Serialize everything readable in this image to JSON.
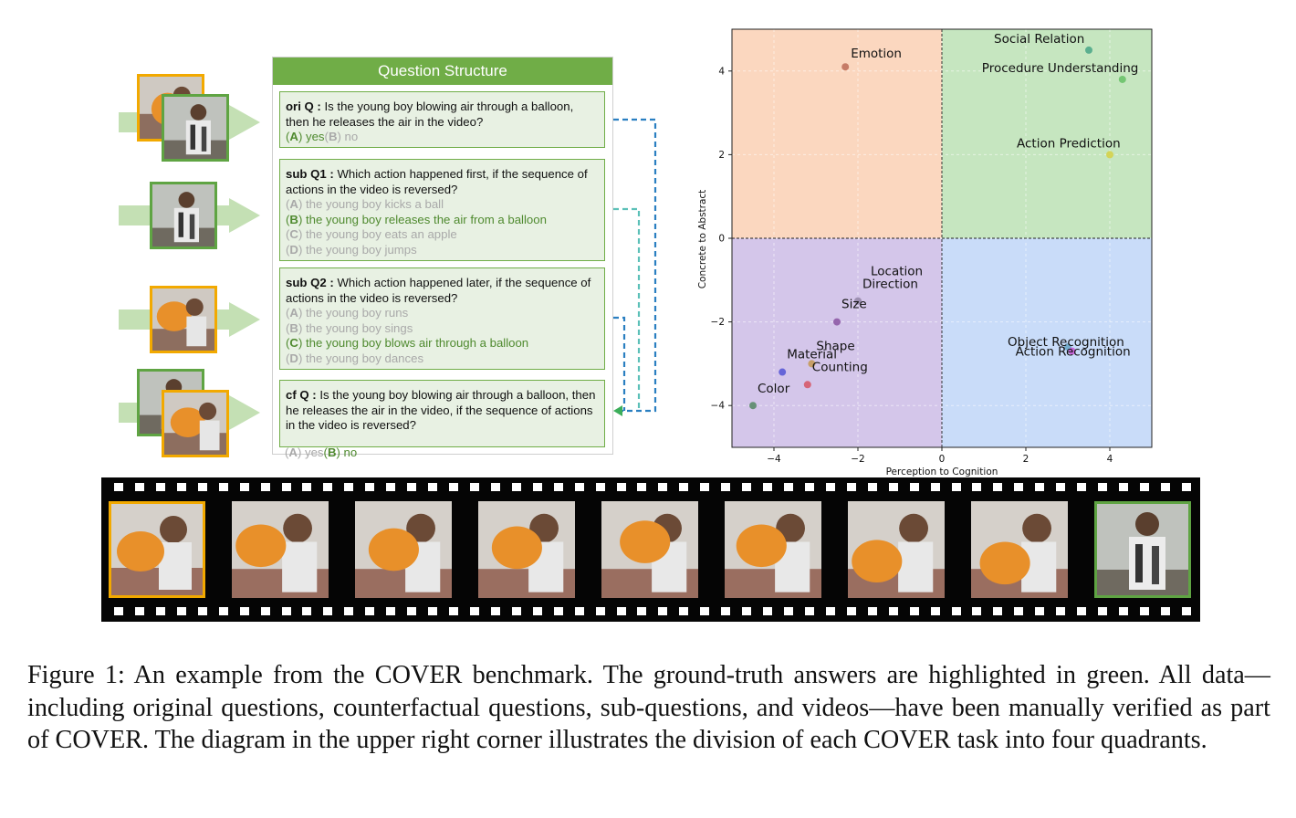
{
  "question_structure": {
    "title": "Question Structure",
    "ori_q": {
      "label": "ori Q :",
      "text": "Is the young boy blowing air through a balloon, then he releases the air in the video?",
      "options": [
        {
          "letter": "A",
          "text": "yes",
          "correct": true
        },
        {
          "letter": "B",
          "text": "no",
          "correct": false
        }
      ]
    },
    "sub_q1": {
      "label": "sub Q1 :",
      "text": "Which action happened first, if the sequence of actions in the video is reversed?",
      "options": [
        {
          "letter": "A",
          "text": "the young boy kicks a ball",
          "correct": false
        },
        {
          "letter": "B",
          "text": "the young boy releases the air from a balloon",
          "correct": true
        },
        {
          "letter": "C",
          "text": "the young boy eats an apple",
          "correct": false
        },
        {
          "letter": "D",
          "text": "the young boy jumps",
          "correct": false
        }
      ]
    },
    "sub_q2": {
      "label": "sub Q2 :",
      "text": "Which action happened later, if the sequence of actions in the video is reversed?",
      "options": [
        {
          "letter": "A",
          "text": "the young boy runs",
          "correct": false
        },
        {
          "letter": "B",
          "text": "the young boy sings",
          "correct": false
        },
        {
          "letter": "C",
          "text": "the young boy blows air through a balloon",
          "correct": true
        },
        {
          "letter": "D",
          "text": "the young boy dances",
          "correct": false
        }
      ]
    },
    "cf_q": {
      "label": "cf Q :",
      "text_line1": "Is the young boy blowing air through a balloon, then he releases the air in the video, if the sequence of actions",
      "text_line2": "in the video is reversed?",
      "options": [
        {
          "letter": "A",
          "text": "yes",
          "correct": false
        },
        {
          "letter": "B",
          "text": "no",
          "correct": true
        }
      ]
    }
  },
  "colors": {
    "green_header": "#70ad47",
    "correct_text": "#4f8a2f",
    "frame_orange": "#f2a900",
    "frame_green": "#5fa443",
    "quadrant_top_left": "#fbd7bf",
    "quadrant_top_right": "#c6e6c0",
    "quadrant_bottom_left": "#d4c6ea",
    "quadrant_bottom_right": "#c9dcf9"
  },
  "chart_data": {
    "type": "scatter",
    "xlabel": "Perception to Cognition",
    "ylabel": "Concrete to Abstract",
    "xlim": [
      -5,
      5
    ],
    "ylim": [
      -5,
      5
    ],
    "xticks": [
      -4,
      -2,
      0,
      2,
      4
    ],
    "yticks": [
      -4,
      -2,
      0,
      2,
      4
    ],
    "tick_labels": [
      "−4",
      "−2",
      "0",
      "2",
      "4"
    ],
    "grid": true,
    "points": [
      {
        "label": "Emotion",
        "x": -2.3,
        "y": 4.1,
        "color": "#c0715c"
      },
      {
        "label": "Social Relation",
        "x": 3.5,
        "y": 4.5,
        "color": "#4fa88a"
      },
      {
        "label": "Procedure Understanding",
        "x": 4.3,
        "y": 3.8,
        "color": "#6ac26a"
      },
      {
        "label": "Action Prediction",
        "x": 4.0,
        "y": 2.0,
        "color": "#d4d24a"
      },
      {
        "label": "Location",
        "x": -2.0,
        "y": -1.5,
        "color": "#9c8fb0"
      },
      {
        "label": "Direction",
        "x": -2.0,
        "y": -1.5,
        "color": "#9c8fb0"
      },
      {
        "label": "Size",
        "x": -2.5,
        "y": -2.0,
        "color": "#8e5aa6"
      },
      {
        "label": "Shape",
        "x": -3.1,
        "y": -3.0,
        "color": "#c59a5a"
      },
      {
        "label": "Material",
        "x": -3.8,
        "y": -3.2,
        "color": "#5a5ad6"
      },
      {
        "label": "Counting",
        "x": -3.2,
        "y": -3.5,
        "color": "#d65a6a"
      },
      {
        "label": "Color",
        "x": -4.5,
        "y": -4.0,
        "color": "#5a8a6a"
      },
      {
        "label": "Object Recognition",
        "x": 3.0,
        "y": -2.6,
        "color": "#6aa6c6"
      },
      {
        "label": "Action Recognition",
        "x": 3.1,
        "y": -2.7,
        "color": "#c65ad6"
      }
    ]
  },
  "caption": "Figure 1: An example from the COVER benchmark. The ground-truth answers are highlighted in green. All data—including original questions, counterfactual questions, sub-questions, and videos—have been manually verified as part of COVER. The diagram in the upper right corner illustrates the division of each COVER task into four quadrants."
}
